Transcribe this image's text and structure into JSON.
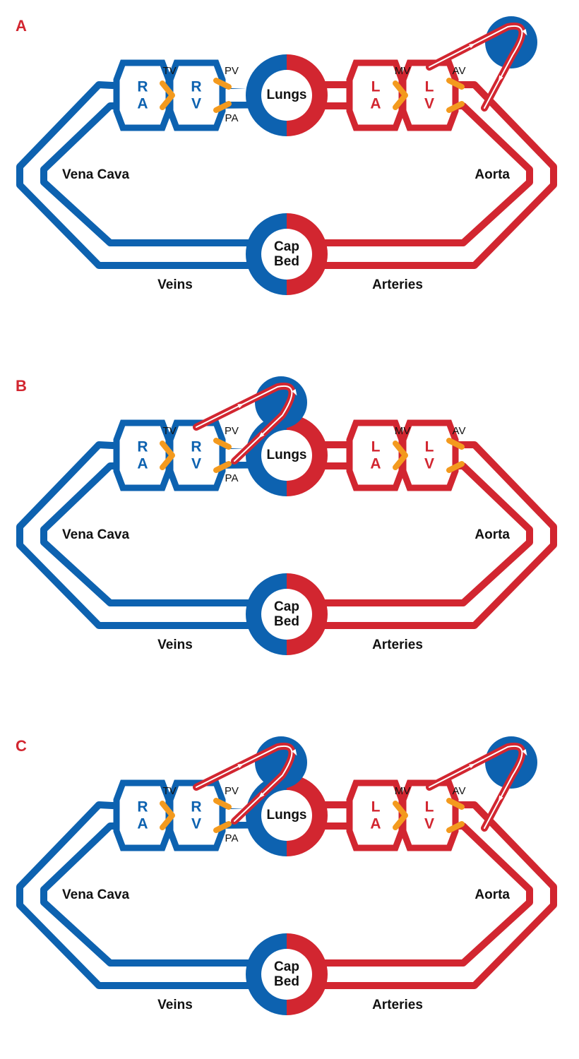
{
  "colors": {
    "blue": "#0d62b0",
    "red": "#d22630",
    "orange": "#f39a1e",
    "text": "#111111",
    "white": "#ffffff"
  },
  "labels": {
    "lungs": "Lungs",
    "cap_top": "Cap",
    "cap_bottom": "Bed",
    "vena_cava": "Vena Cava",
    "aorta": "Aorta",
    "veins": "Veins",
    "arteries": "Arteries",
    "tv": "TV",
    "pv": "PV",
    "pa": "PA",
    "mv": "MV",
    "av": "AV",
    "ra_1": "R",
    "ra_2": "A",
    "rv_1": "R",
    "rv_2": "V",
    "la_1": "L",
    "la_2": "A",
    "lv_1": "L",
    "lv_2": "V"
  },
  "panels": [
    {
      "letter": "A",
      "right_side_device": false,
      "left_side_device": true
    },
    {
      "letter": "B",
      "right_side_device": true,
      "left_side_device": false
    },
    {
      "letter": "C",
      "right_side_device": true,
      "left_side_device": true
    }
  ]
}
